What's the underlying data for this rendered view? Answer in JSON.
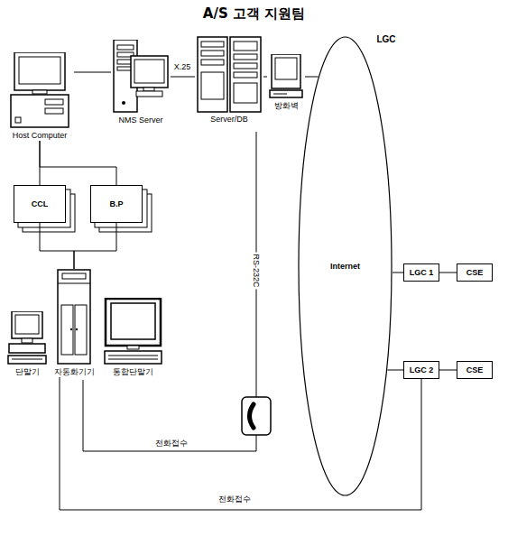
{
  "diagram": {
    "title": "A/S 고객 지원팀",
    "nodes": [
      {
        "text": [
          "Host Computer"
        ]
      },
      {
        "text": [
          "NMS Server"
        ]
      },
      {
        "text": [
          "Server/DB"
        ]
      },
      {
        "text": [
          "방화벽"
        ]
      },
      {
        "text": [
          "Internet"
        ]
      },
      {
        "text": [
          "LGC 1"
        ]
      },
      {
        "text": [
          "CSE"
        ]
      },
      {
        "text": [
          "LGC 2"
        ]
      },
      {
        "text": [
          "CSE"
        ]
      },
      {
        "text": [
          "CCL"
        ]
      },
      {
        "text": [
          "B.P"
        ]
      },
      {
        "text": [
          "단말기"
        ]
      },
      {
        "text": [
          "자동화기기"
        ]
      },
      {
        "text": [
          "통합단말기"
        ]
      }
    ],
    "edges": [
      {
        "from": 0,
        "to": 1,
        "arrow": "none"
      },
      {
        "from": 1,
        "to": 2,
        "label": "X.25",
        "arrow": "none"
      },
      {
        "from": 2,
        "to": 3,
        "arrow": "none"
      },
      {
        "from": 3,
        "to": 4,
        "arrow": "none"
      },
      {
        "from": 4,
        "to": 5,
        "arrow": "none"
      },
      {
        "from": 5,
        "to": 6,
        "arrow": "none"
      },
      {
        "from": 4,
        "to": 7,
        "arrow": "none"
      },
      {
        "from": 7,
        "to": 8,
        "arrow": "none"
      },
      {
        "from": 0,
        "to": 9,
        "arrow": "none"
      },
      {
        "from": 0,
        "to": 10,
        "arrow": "none"
      },
      {
        "from": 9,
        "to": 12,
        "arrow": "none"
      },
      {
        "from": 10,
        "to": 12,
        "arrow": "none"
      },
      {
        "from": 7,
        "to": 12,
        "label": "전화접수",
        "arrow": "none"
      }
    ],
    "labels": [
      "LGC",
      "RS-232C",
      "전화접수"
    ]
  }
}
